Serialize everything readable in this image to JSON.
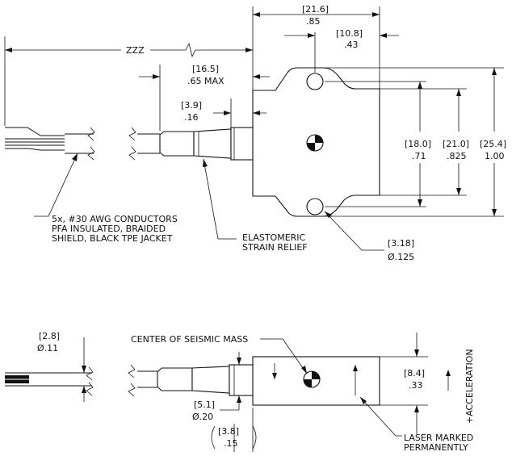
{
  "top_view": {
    "dims": {
      "width_mm": "[21.6]",
      "width_in": ".85",
      "hole_offset_mm": "[10.8]",
      "hole_offset_in": ".43",
      "cable_len": "ZZZ",
      "relief_len_mm": "[16.5]",
      "relief_len_in": ".65 MAX",
      "relief_tip_mm": "[3.9]",
      "relief_tip_in": ".16",
      "h18_mm": "[18.0]",
      "h18_in": ".71",
      "h21_mm": "[21.0]",
      "h21_in": ".825",
      "h25_mm": "[25.4]",
      "h25_in": "1.00",
      "hole_dia_mm": "[3.18]",
      "hole_dia_in": "Ø.125"
    },
    "notes": {
      "conductors_line1": "5x, #30 AWG CONDUCTORS",
      "conductors_line2": "PFA INSULATED, BRAIDED",
      "conductors_line3": "SHIELD, BLACK TPE JACKET",
      "relief_line1": "ELASTOMERIC",
      "relief_line2": "STRAIN RELIEF"
    }
  },
  "side_view": {
    "dims": {
      "cable_dia_mm": "[2.8]",
      "cable_dia_in": "Ø.11",
      "relief_dia_mm": "[5.1]",
      "relief_dia_in": "Ø.20",
      "relief_step_mm": "[3.8]",
      "relief_step_in": ".15",
      "height_mm": "[8.4]",
      "height_in": ".33"
    },
    "notes": {
      "seismic": "CENTER OF SEISMIC MASS",
      "laser_line1": "LASER MARKED",
      "laser_line2": "PERMANENTLY",
      "acceleration": "+ACCELERATION"
    }
  }
}
